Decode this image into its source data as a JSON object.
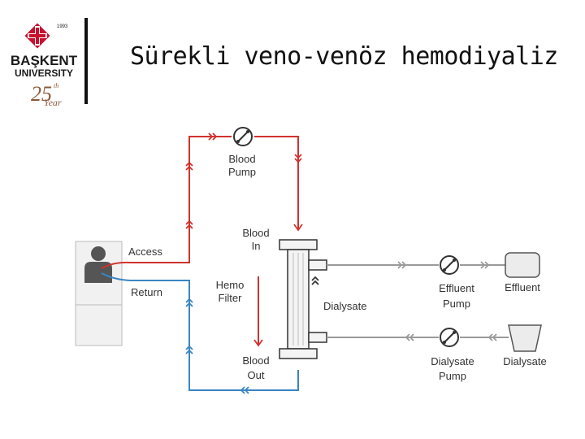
{
  "slide": {
    "title": "Sürekli veno-venöz hemodiyaliz"
  },
  "logo": {
    "year_small": "1993",
    "name_line1": "BAŞKENT",
    "name_line2": "UNIVERSITY",
    "anniversary_number": "25",
    "anniversary_suffix": "th",
    "anniversary_word": "Year",
    "colors": {
      "red": "#c8102e",
      "dark": "#1a1a1a",
      "brown": "#8b5a3c"
    }
  },
  "diagram": {
    "labels": {
      "blood_pump_1": "Blood",
      "blood_pump_2": "Pump",
      "blood_in_1": "Blood",
      "blood_in_2": "In",
      "access": "Access",
      "return": "Return",
      "hemo_filter_1": "Hemo",
      "hemo_filter_2": "Filter",
      "dialysate_side": "Dialysate",
      "blood_out_1": "Blood",
      "blood_out_2": "Out",
      "effluent_pump_1": "Effluent",
      "effluent_pump_2": "Pump",
      "effluent": "Effluent",
      "dialysate_pump_1": "Dialysate",
      "dialysate_pump_2": "Pump",
      "dialysate_bag": "Dialysate"
    },
    "colors": {
      "arterial": "#d0322d",
      "venous": "#3a85c2",
      "fluid": "#9a9a9a",
      "outline": "#333333",
      "device_fill": "#f4f4f4"
    }
  }
}
